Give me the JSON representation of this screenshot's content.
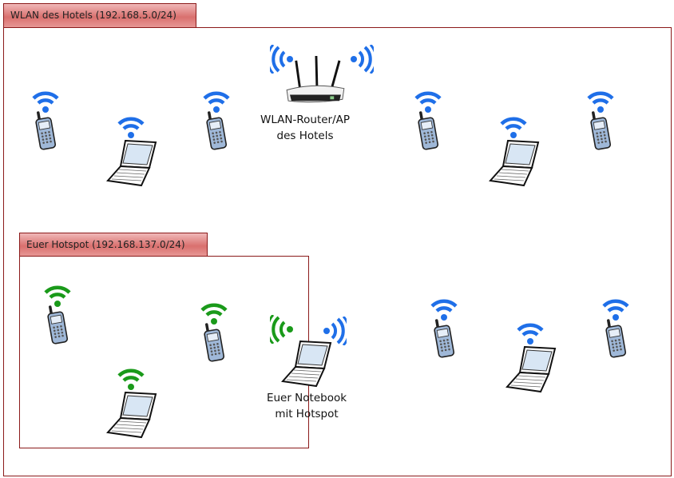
{
  "hotel_network": {
    "title": "WLAN des Hotels (192.168.5.0/24)"
  },
  "hotspot_network": {
    "title": "Euer Hotspot (192.168.137.0/24)"
  },
  "router": {
    "label_line1": "WLAN-Router/AP",
    "label_line2": "des Hotels"
  },
  "notebook": {
    "label_line1": "Euer Notebook",
    "label_line2": "mit Hotspot"
  },
  "colors": {
    "hotel_wifi": "#1f6fe8",
    "hotspot_wifi": "#1a9a1a",
    "border": "#8b1a1a"
  }
}
